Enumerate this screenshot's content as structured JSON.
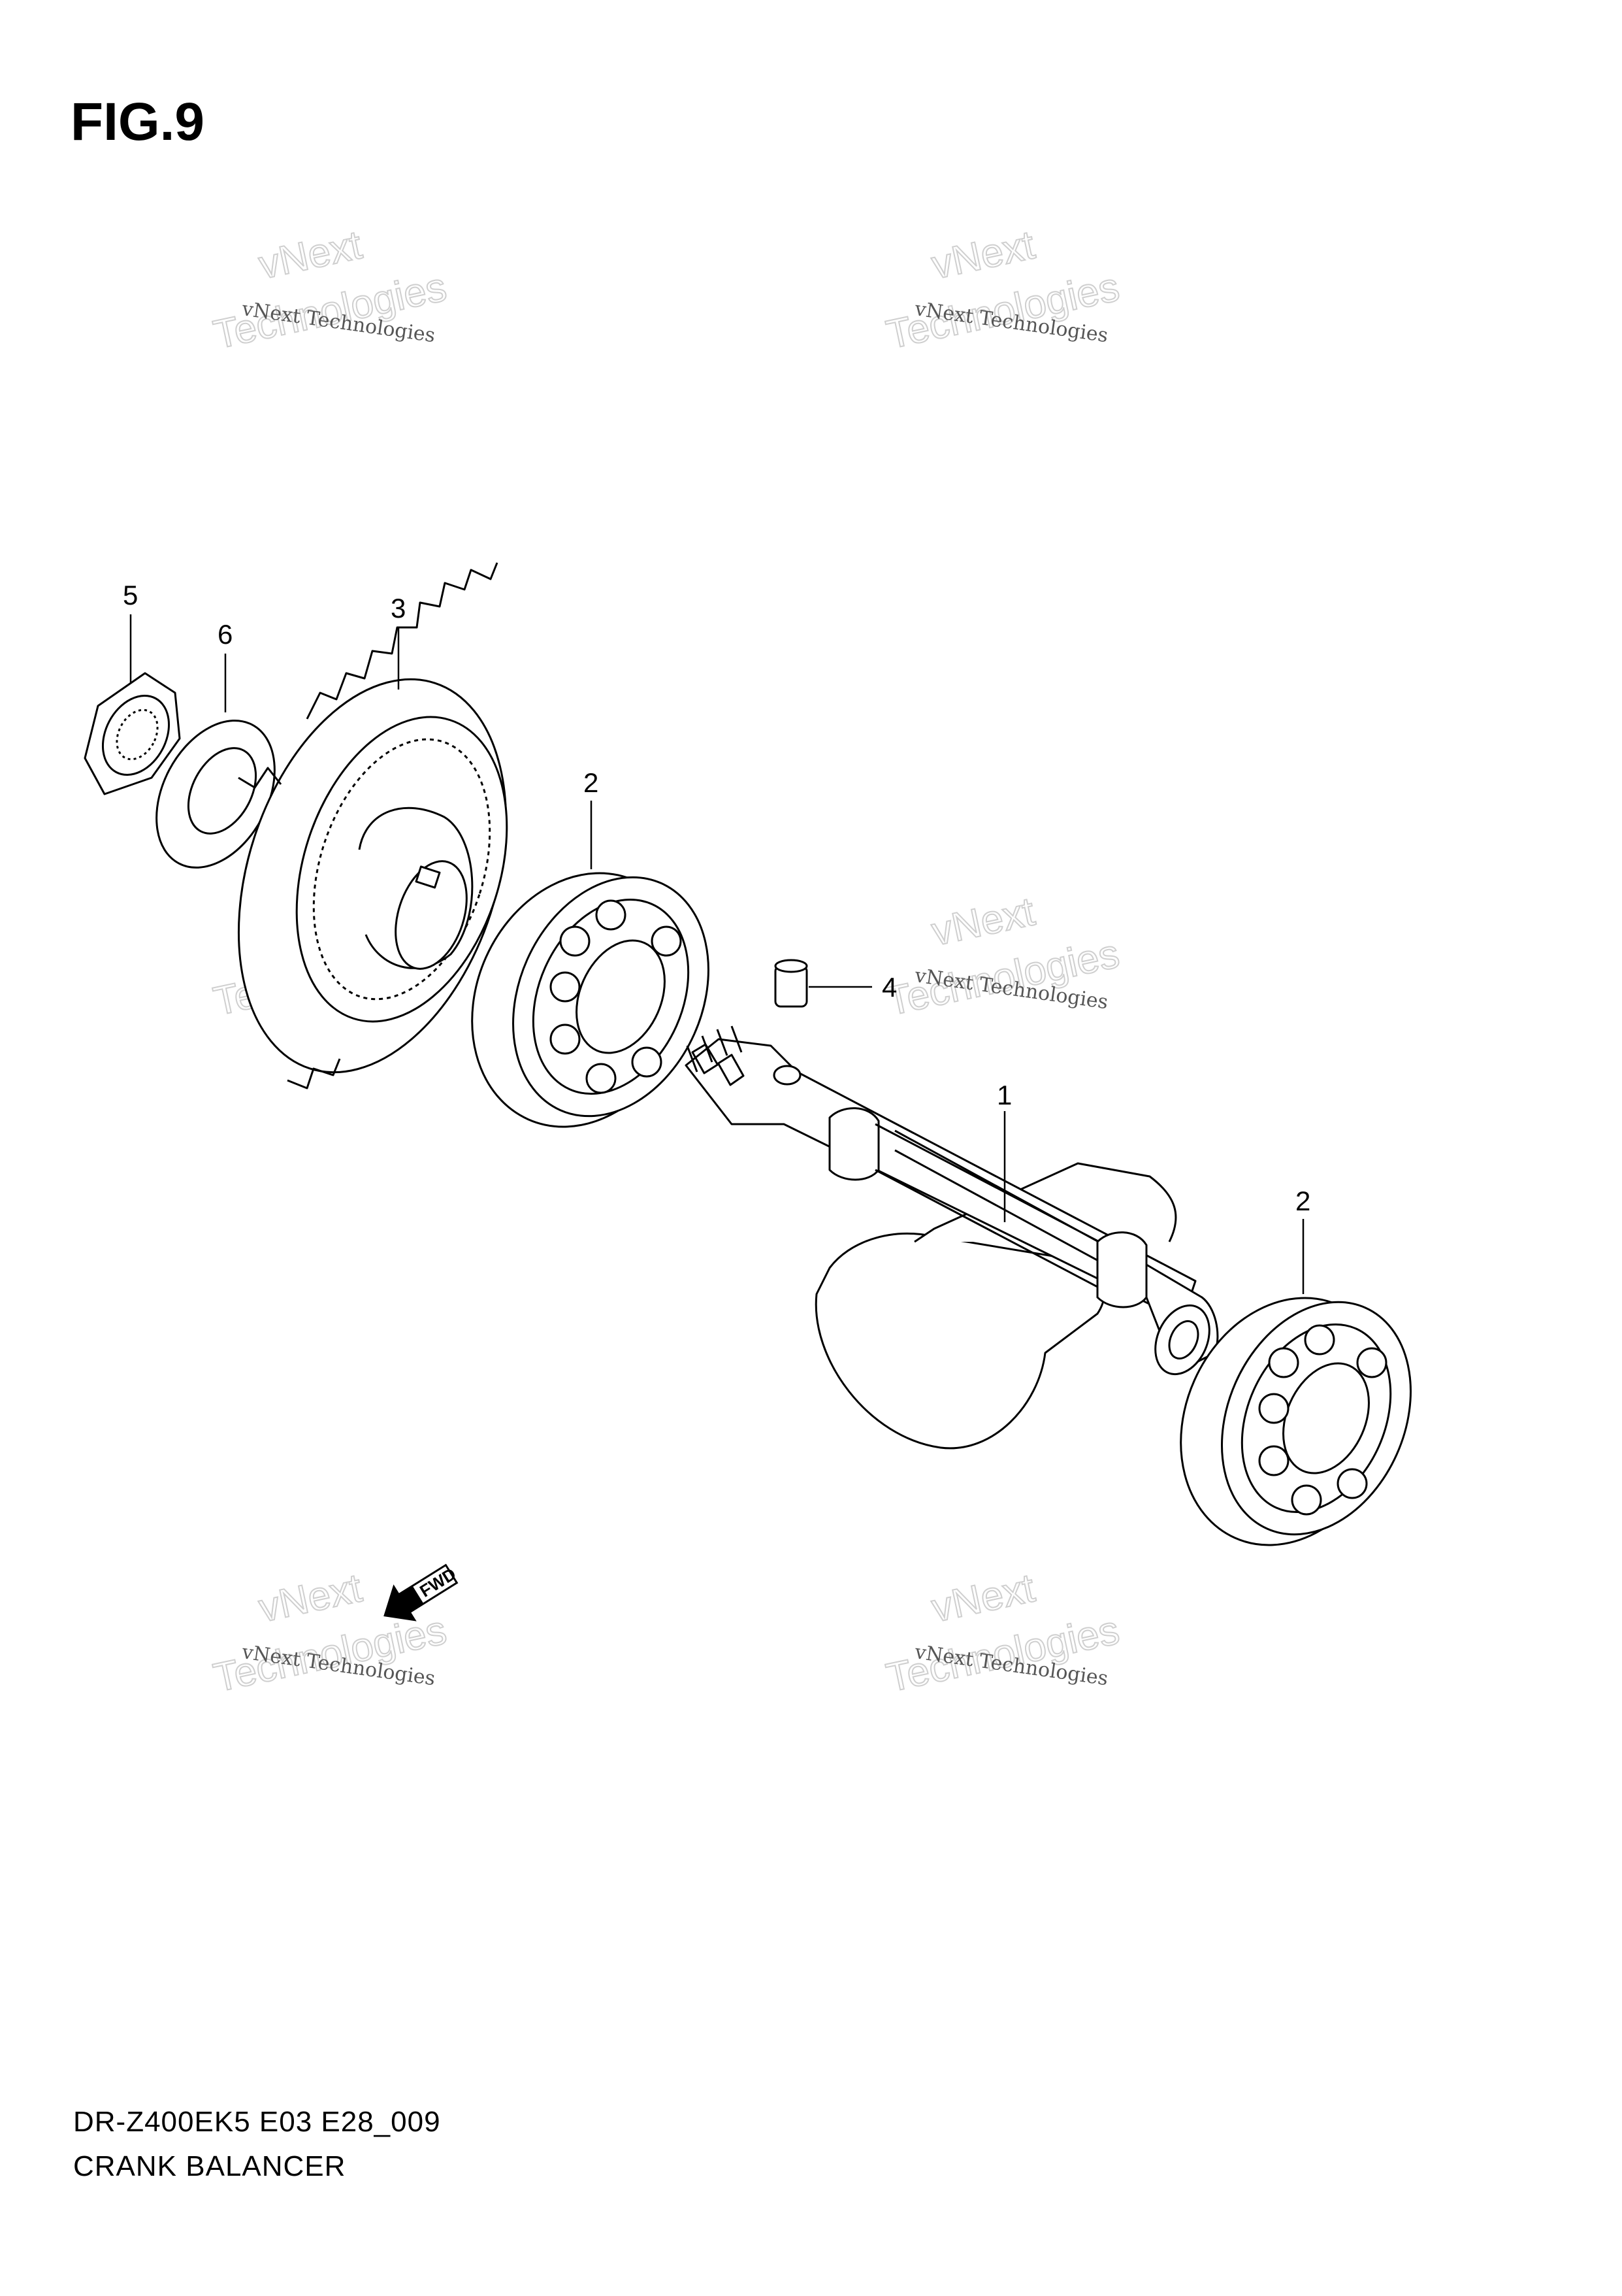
{
  "figure": {
    "title": "FIG.9",
    "model_code": "DR-Z400EK5 E03 E28_009",
    "section_name": "CRANK BALANCER"
  },
  "callouts": [
    {
      "id": "1",
      "label": "1"
    },
    {
      "id": "2a",
      "label": "2"
    },
    {
      "id": "2b",
      "label": "2"
    },
    {
      "id": "3",
      "label": "3"
    },
    {
      "id": "4",
      "label": "4"
    },
    {
      "id": "5",
      "label": "5"
    },
    {
      "id": "6",
      "label": "6"
    }
  ],
  "direction_marker": {
    "label": "FWD",
    "icon": "arrow-icon"
  },
  "watermark": {
    "line_small": "vNext Technologies",
    "line_big_1": "vNext",
    "line_big_2": "Technologies"
  }
}
